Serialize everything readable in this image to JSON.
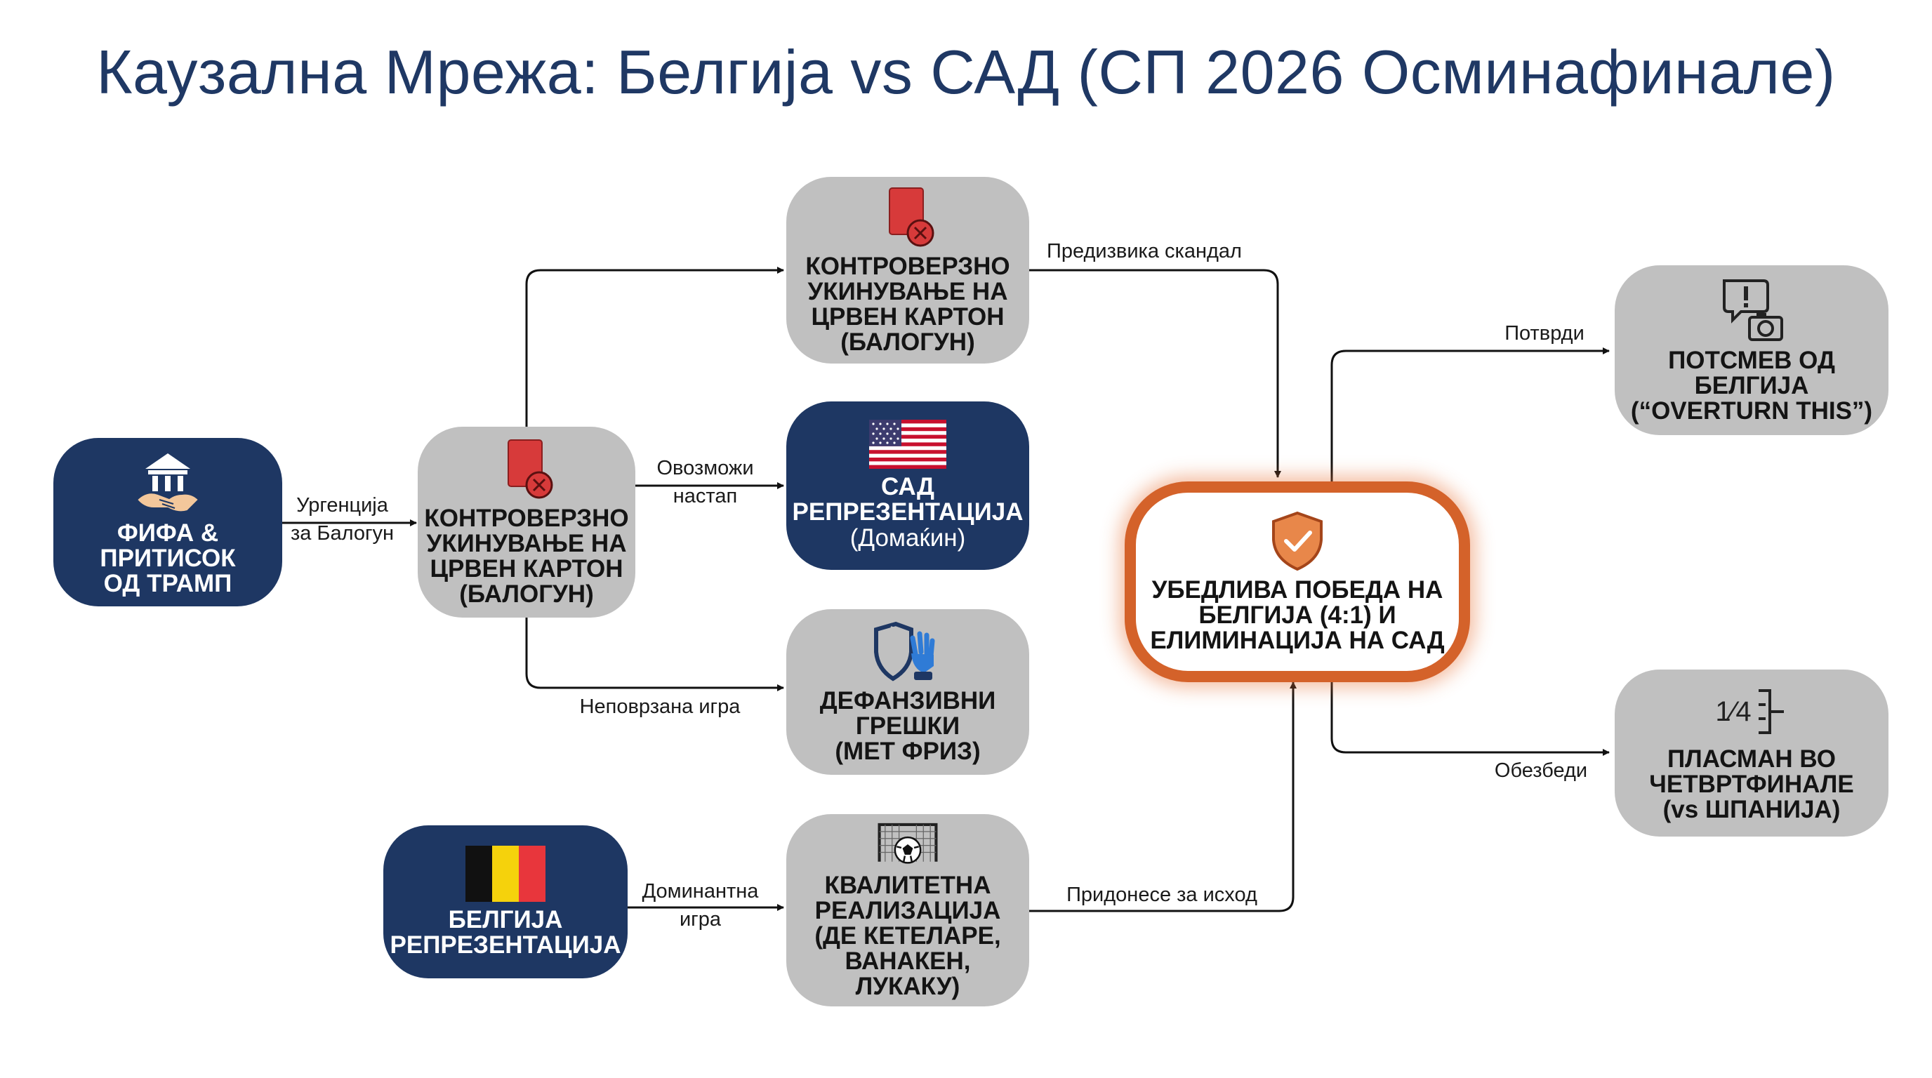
{
  "title": "Каузална Мрежа: Белгија vs САД (СП 2026 Осминафинале)",
  "colors": {
    "navy": "#1e3763",
    "gray": "#c0c0c0",
    "accent": "#d4622a",
    "title": "#1f3864"
  },
  "nodes": {
    "fifa": {
      "label": "ФИФА &\nПРИТИСОК\nОД ТРАМП",
      "icon": "institution-handshake-icon"
    },
    "redcard_center": {
      "label": "КОНТРОВЕРЗНО\nУКИНУВАЊЕ НА\nЦРВЕН КАРТОН\n(БАЛОГУН)",
      "icon": "red-card-icon"
    },
    "redcard_top": {
      "label": "КОНТРОВЕРЗНО\nУКИНУВАЊЕ НА\nЦРВЕН КАРТОН\n(БАЛОГУН)",
      "icon": "red-card-icon"
    },
    "usa_team": {
      "label": "САД\nРЕПРЕЗЕНТАЦИЈА",
      "sublabel": "(Домаќин)",
      "icon": "usa-flag-icon"
    },
    "defense": {
      "label": "ДЕФАНЗИВНИ\nГРЕШКИ\n(МЕТ ФРИЗ)",
      "icon": "broken-shield-glove-icon"
    },
    "belgium_team": {
      "label": "БЕЛГИЈА\nРЕПРЕЗЕНТАЦИЈА",
      "icon": "belgium-flag-icon"
    },
    "finishing": {
      "label": "КВАЛИТЕТНА\nРЕАЛИЗАЦИЈА\n(ДЕ КЕТЕЛАРЕ,\nВАНАКЕН, ЛУКАКУ)",
      "icon": "soccer-goal-icon"
    },
    "outcome": {
      "label": "УБЕДЛИВА ПОБЕДА НА\nБЕЛГИЈА (4:1) И\nЕЛИМИНАЦИЈА НА САД",
      "icon": "shield-check-icon"
    },
    "mockery": {
      "label": "ПОТСМЕВ ОД БЕЛГИЈА\n(“OVERTURN THIS”)",
      "icon": "alert-camera-icon"
    },
    "quarterfinal": {
      "label": "ПЛАСМАН ВО\nЧЕТВРТФИНАЛЕ\n(vs ШПАНИЈА)",
      "icon": "quarter-bracket-icon",
      "icon_text": "1⁄4"
    }
  },
  "edges": {
    "fifa_to_redcard": "Ургенција\nза Балогун",
    "redcard_to_usa": "Овозможи\nнастап",
    "redcard_to_defense": "Неповрзана игра",
    "topcard_to_outcome": "Предизвика скандал",
    "belgium_to_finishing": "Доминантна\nигра",
    "finishing_to_outcome": "Придонесе за исход",
    "outcome_to_mockery": "Потврди",
    "outcome_to_quarterfinal": "Обезбеди"
  }
}
